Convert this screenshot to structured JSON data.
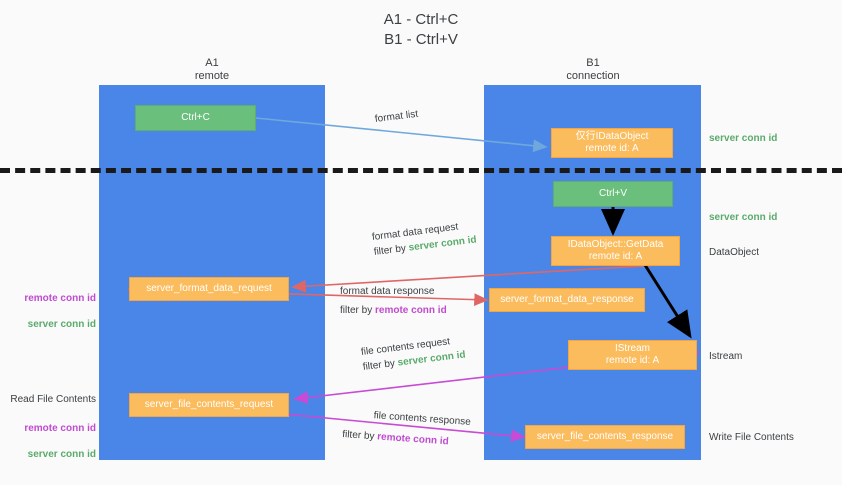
{
  "title": "A1 - Ctrl+C\nB1 - Ctrl+V",
  "columns": {
    "a": {
      "name": "A1",
      "sub": "remote",
      "header": "A1\nremote"
    },
    "b": {
      "name": "B1",
      "sub": "connection",
      "header": "B1\nconnection"
    }
  },
  "nodes": {
    "ctrl_c": "Ctrl+C",
    "ctrl_v": "Ctrl+V",
    "idataobject": "仅行IDataObject\nremote id: A",
    "getdata": "IDataObject::GetData\nremote id: A",
    "istream": "IStream\nremote id: A",
    "server_format_data_request": "server_format_data_request",
    "server_format_data_response": "server_format_data_response",
    "server_file_contents_request": "server_file_contents_request",
    "server_file_contents_response": "server_file_contents_response"
  },
  "right_labels": {
    "server_conn_id_top": "server conn id",
    "server_conn_id_mid": "server conn id",
    "dataobject": "DataObject",
    "istream": "Istream",
    "write_file_contents": "Write File Contents"
  },
  "left_labels": {
    "conn_ids_upper": {
      "remote": "remote conn id",
      "server": "server conn id"
    },
    "read_file_contents": "Read File Contents",
    "conn_ids_lower": {
      "remote": "remote conn id",
      "server": "server conn id"
    }
  },
  "edges": {
    "format_list": {
      "text": "format list"
    },
    "format_data_request": {
      "line1": "format data request",
      "line2_prefix": "filter by ",
      "line2_tag": "server conn id"
    },
    "format_data_response": {
      "line1": "format data response",
      "line2_prefix": "filter by ",
      "line2_tag": "remote conn id"
    },
    "file_contents_request": {
      "line1": "file contents request",
      "line2_prefix": "filter by ",
      "line2_tag": "server conn id"
    },
    "file_contents_response": {
      "line1": "file contents response",
      "line2_prefix": "filter by ",
      "line2_tag": "remote conn id"
    }
  },
  "colors": {
    "lane": "#4a86e8",
    "node_orange": "#fbbc5e",
    "node_green": "#6bbf7d",
    "green_text": "#5aab6b",
    "magenta_text": "#c04bd0",
    "arrow_blue": "#6fa8dc",
    "arrow_red": "#e06666",
    "arrow_magenta": "#c74bd4",
    "arrow_black": "#000000",
    "background": "#fafafa"
  }
}
